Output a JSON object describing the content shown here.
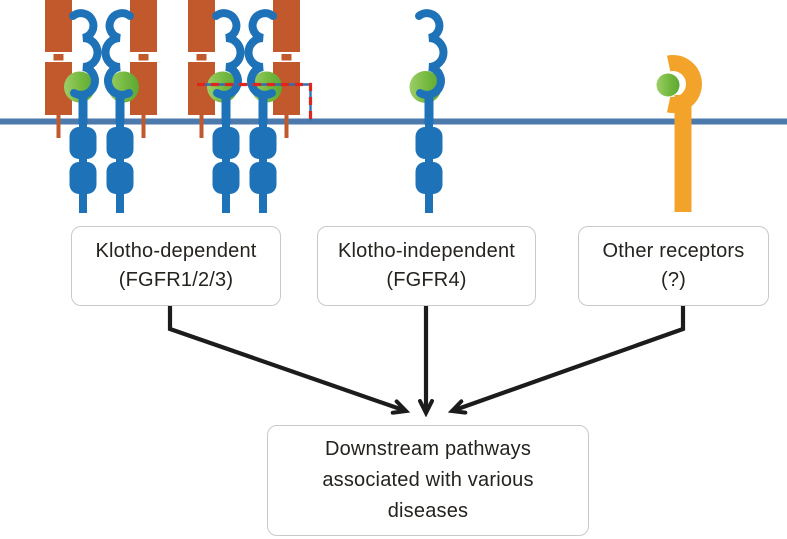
{
  "boxes": {
    "klotho_dependent": {
      "lines": [
        "Klotho-dependent",
        "(FGFR1/2/3)"
      ]
    },
    "klotho_independent": {
      "lines": [
        "Klotho-independent",
        "(FGFR4)"
      ]
    },
    "other_receptors": {
      "lines": [
        "Other receptors",
        "(?)"
      ]
    },
    "downstream": {
      "lines": [
        "Downstream pathways",
        "associated with various",
        "diseases"
      ]
    }
  },
  "glyphs": {
    "membrane": "cell-membrane-line",
    "klotho": "orange-klotho-transmembrane-protein",
    "fgfr": "blue-receptor-with-ig-loops-and-kinase-domains",
    "ligand": "green-ligand-circle",
    "other_receptor": "amber-hook-receptor",
    "dashed_connector": "red-blue-dashed-connector"
  },
  "colors": {
    "klotho_orange": "#C2592C",
    "receptor_blue": "#1E73B8",
    "membrane_blue": "#4D7AAC",
    "ligand_green_light": "#9CCE66",
    "ligand_green_mid": "#74B93F",
    "ligand_green_dark": "#5CA733",
    "other_receptor_amber": "#F3A32A",
    "dashed_red": "#E1251B",
    "dashed_blue": "#2E6DB4",
    "arrow_black": "#1C1C1C",
    "box_border": "#C9C9C9",
    "text": "#25231E",
    "background": "#FFFFFF"
  }
}
